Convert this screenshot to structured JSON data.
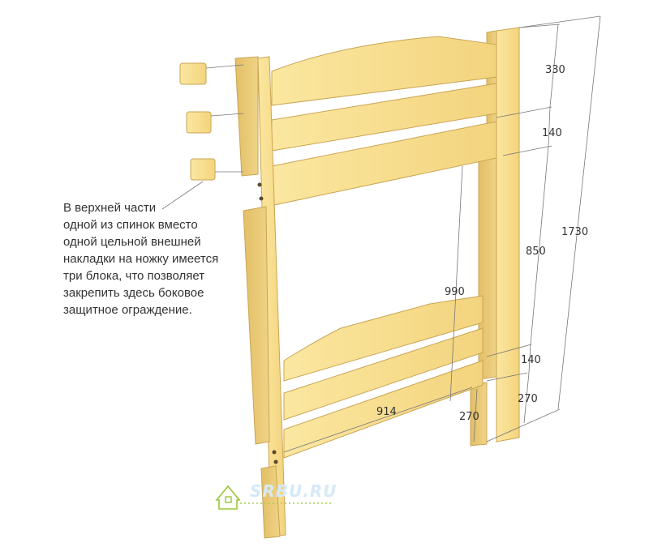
{
  "note_lines": [
    "В верхней части",
    "одной из спинок вместо",
    "одной цельной внешней",
    "накладки на ножку имеется",
    "три блока, что позволяет",
    "закрепить здесь боковое",
    "защитное ограждение."
  ],
  "dimensions": {
    "top_gap": "330",
    "upper_slat_gap": "140",
    "upper_height": "850",
    "total_height": "1730",
    "inner_height": "990",
    "inner_width": "914",
    "lower_slat_gap": "140",
    "bottom_height_right": "270",
    "bottom_height_left": "270"
  },
  "watermark": "SRBU.RU",
  "colors": {
    "wood_light": "#fbe9a6",
    "wood_mid": "#f2d27a",
    "wood_dark": "#d9b45a",
    "edge": "#b8954a",
    "line": "#555555"
  }
}
